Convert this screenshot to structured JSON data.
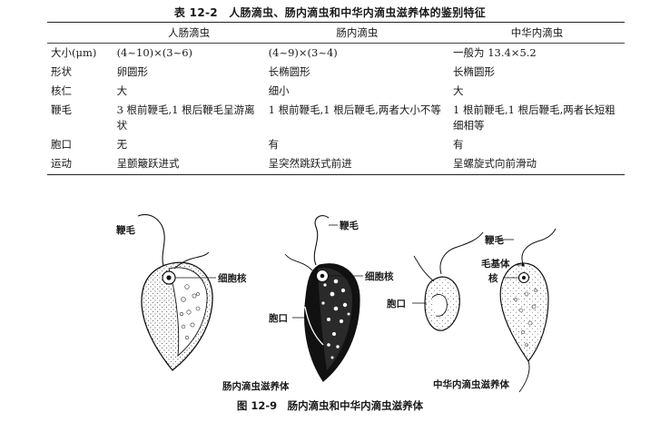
{
  "table": {
    "title": "表 12-2　人肠滴虫、肠内滴虫和中华内滴虫滋养体的鉴别特征",
    "headers": [
      "",
      "人肠滴虫",
      "肠内滴虫",
      "中华内滴虫"
    ],
    "rows": [
      [
        "大小(μm)",
        "(4~10)×(3~6)",
        "(4~9)×(3~4)",
        "一般为 13.4×5.2"
      ],
      [
        "形状",
        "卵圆形",
        "长椭圆形",
        "长椭圆形"
      ],
      [
        "核仁",
        "大",
        "细小",
        "大"
      ],
      [
        "鞭毛",
        "3 根前鞭毛,1 根后鞭毛呈游离状",
        "1 根前鞭毛,1 根后鞭毛,两者大小不等",
        "1 根前鞭毛,1 根后鞭毛,两者长短粗细相等"
      ],
      [
        "胞口",
        "无",
        "有",
        "有"
      ],
      [
        "运动",
        "呈颤簸跃进式",
        "呈突然跳跃式前进",
        "呈螺旋式向前滑动"
      ]
    ]
  },
  "figure": {
    "labels": {
      "flagellum_1": "鞭毛",
      "nucleus_1": "细胞核",
      "flagellum_2": "鞭毛",
      "nucleus_2": "细胞核",
      "cytostome_2": "胞口",
      "flagellum_3": "鞭毛",
      "basal_body_3": "毛基体",
      "nucleus_3": "核",
      "cytostome_3": "胞口"
    },
    "group_labels": {
      "left": "肠内滴虫滋养体",
      "right": "中华内滴虫滋养体"
    },
    "caption": "图 12-9　肠内滴虫和中华内滴虫滋养体"
  }
}
